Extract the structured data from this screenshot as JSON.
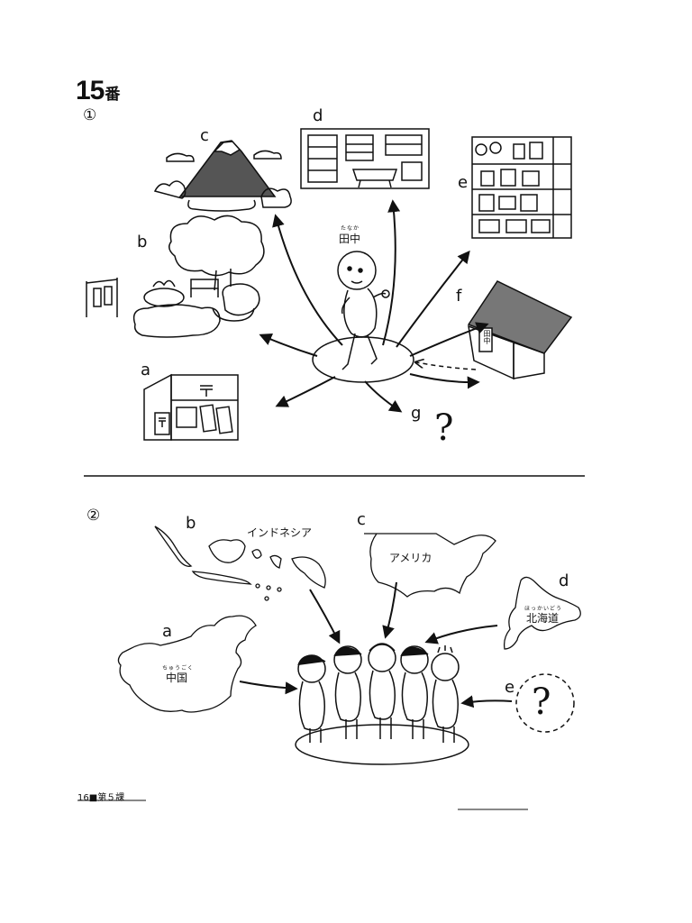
{
  "heading": {
    "number": "15",
    "suffix": "番"
  },
  "section1": {
    "marker": "①",
    "person": {
      "name": "田中",
      "reading": "たなか"
    },
    "letters": {
      "a": "a",
      "b": "b",
      "c": "c",
      "d": "d",
      "e": "e",
      "f": "f",
      "g": "g"
    },
    "house_sign": "田中",
    "mystery": "?"
  },
  "section2": {
    "marker": "②",
    "letters": {
      "a": "a",
      "b": "b",
      "c": "c",
      "d": "d",
      "e": "e"
    },
    "places": {
      "indonesia": "インドネシア",
      "america": "アメリカ",
      "hokkaido": "北海道",
      "hokkaido_reading": "ほっかいどう",
      "china": "中国",
      "china_reading": "ちゅうごく"
    },
    "mystery": "?"
  },
  "footer": {
    "page": "16",
    "lesson": "第５課"
  }
}
